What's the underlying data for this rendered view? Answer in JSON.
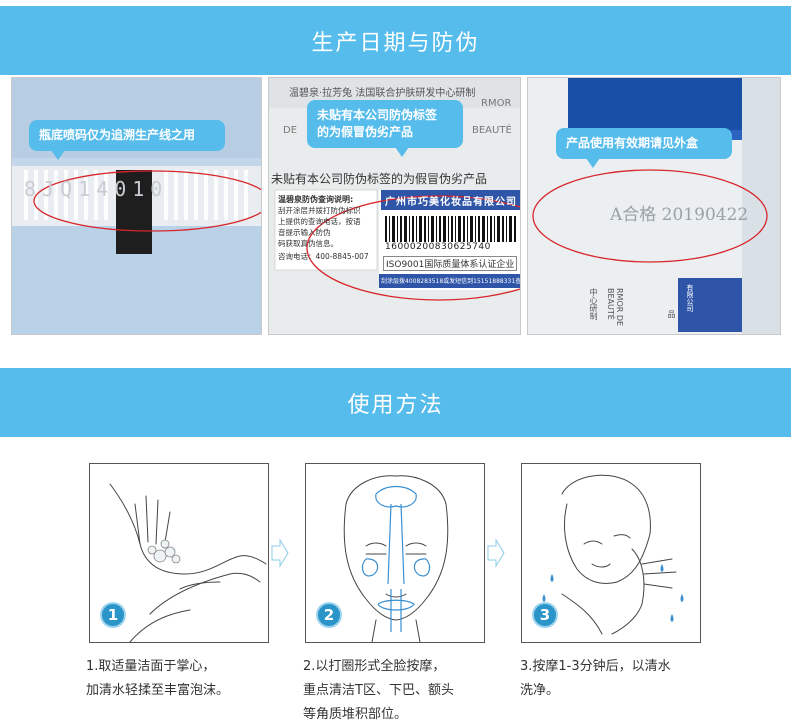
{
  "banners": {
    "production": "生产日期与防伪",
    "usage": "使用方法"
  },
  "photo1": {
    "bubble": "瓶底喷码仅为追溯生产线之用",
    "code": "8JQ14010"
  },
  "photo2": {
    "bubble_line1": "未贴有本公司防伪标签",
    "bubble_line2": "的为假冒伪劣产品",
    "top_text": "温碧泉·拉芳兔 法国联合护肤研发中心研制",
    "side_text": "DE",
    "side_text2": "BEAUTÉ",
    "side_text3": "RMOR",
    "warning": "未贴有本公司防伪标签的为假冒伪劣产品",
    "label_title": "温碧泉防伪查询说明:",
    "label_body1": "刮开涂层并拨打防伪标识",
    "label_body2": "上提供的查询电话，按语",
    "label_body3": "音提示输入防伪",
    "label_body4": "码获取真伪信息。",
    "label_phone": "咨询电话：400-8845-007",
    "company": "广州市巧美化妆品有限公司",
    "barcode_number": "16000200830625740",
    "iso": "ISO9001国际质量体系认证企业",
    "strip": "刮涂层拨4008283518或发短信到15151888331查真伪"
  },
  "photo3": {
    "bubble": "产品使用有效期请见外盒",
    "stamp": "A合格 20190422",
    "vertical1": "中心研制",
    "vertical2": "RMOR DE BEAUTÉ",
    "vertical3": "品",
    "vertical4": "有限公司"
  },
  "steps": [
    {
      "num": "1",
      "line1": "1.取适量洁面于掌心，",
      "line2": "加清水轻揉至丰富泡沫。",
      "line3": ""
    },
    {
      "num": "2",
      "line1": "2.以打圈形式全脸按摩，",
      "line2": "重点清洁T区、下巴、额头",
      "line3": "等角质堆积部位。"
    },
    {
      "num": "3",
      "line1": "3.按摩1-3分钟后，以清水",
      "line2": "洗净。",
      "line3": ""
    }
  ],
  "colors": {
    "banner": "#56bcec",
    "bubble": "#56bcec",
    "num": "#2b94c8"
  }
}
